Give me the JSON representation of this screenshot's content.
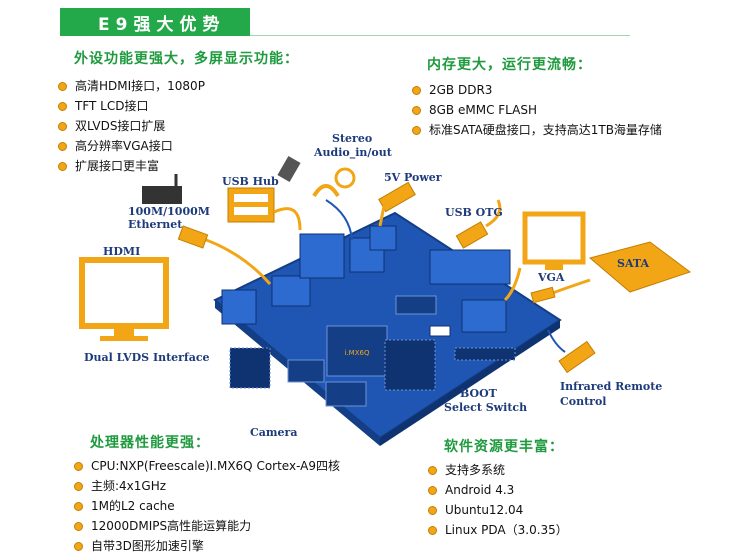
{
  "banner": {
    "title": "E9强大优势"
  },
  "sections": {
    "peripherals": {
      "title": "外设功能更强大，多屏显示功能：",
      "items": [
        "高清HDMI接口，1080P",
        "TFT LCD接口",
        "双LVDS接口扩展",
        "高分辨率VGA接口",
        "扩展接口更丰富"
      ]
    },
    "memory": {
      "title": "内存更大，运行更流畅：",
      "items": [
        "2GB DDR3",
        "8GB eMMC FLASH",
        "标准SATA硬盘接口，支持高达1TB海量存储"
      ]
    },
    "processor": {
      "title": "处理器性能更强：",
      "items": [
        "CPU:NXP(Freescale)I.MX6Q Cortex-A9四核",
        "主频:4x1GHz",
        "1M的L2 cache",
        "12000DMIPS高性能运算能力",
        "自带3D图形加速引擎"
      ]
    },
    "software": {
      "title": "软件资源更丰富：",
      "items": [
        "支持多系统",
        "Android 4.3",
        "Ubuntu12.04",
        "Linux PDA（3.0.35）"
      ]
    }
  },
  "diagram": {
    "labels": {
      "ethernet_1": "100M/1000M",
      "ethernet_2": "Ethernet",
      "usb_hub": "USB Hub",
      "stereo_1": "Stereo",
      "stereo_2": "Audio_in/out",
      "power": "5V Power",
      "usb_otg": "USB OTG",
      "hdmi": "HDMI",
      "vga": "VGA",
      "sata": "SATA",
      "lvds": "Dual LVDS  Interface",
      "boot_1": "BOOT",
      "boot_2": "Select Switch",
      "infrared_1": "Infrared Remote",
      "infrared_2": "Control",
      "camera": "Camera",
      "chip": "i.MX6Q"
    },
    "colors": {
      "board": "#1f56b3",
      "peripheral": "#f2a616",
      "accent": "#23a84a",
      "label": "#1d3a7a"
    }
  }
}
